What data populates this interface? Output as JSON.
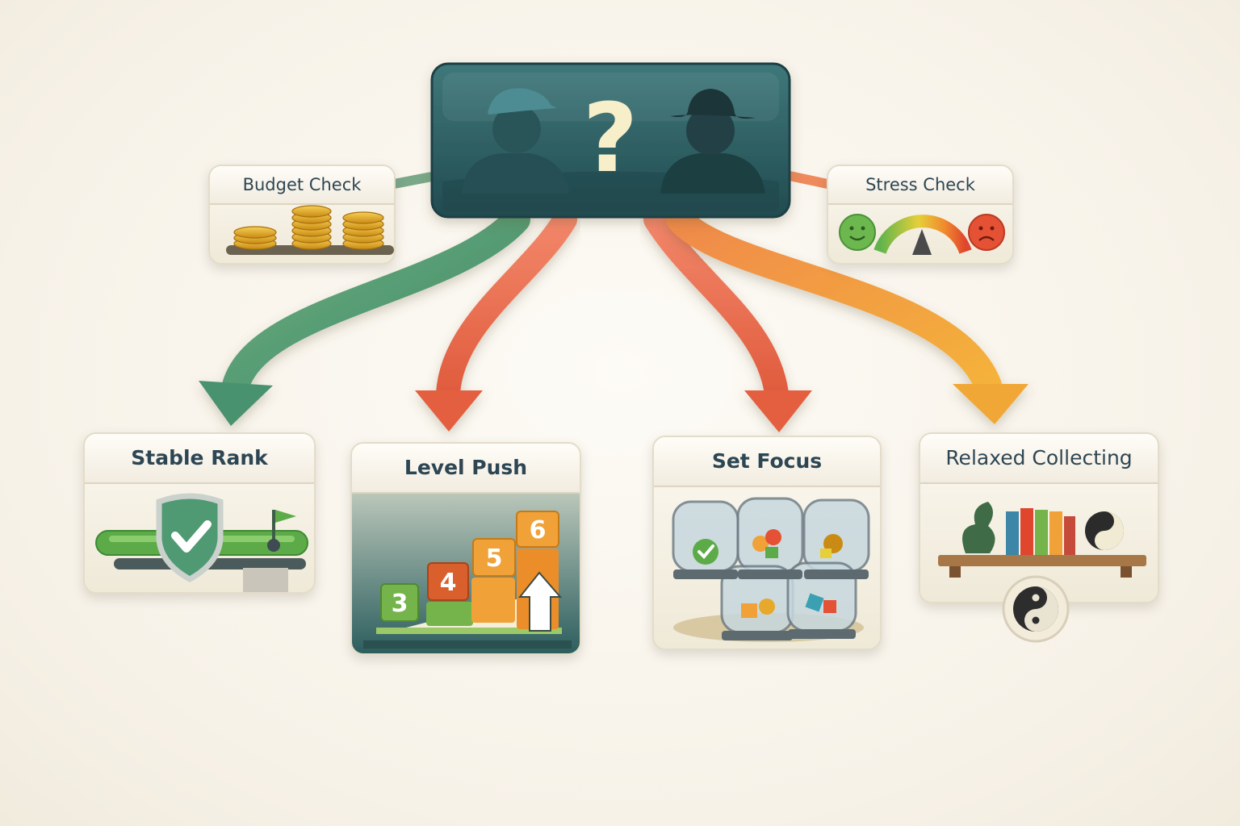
{
  "center": {
    "symbol": "?",
    "icons": [
      "person-cap-icon",
      "person-hat-icon"
    ]
  },
  "checks": [
    {
      "label": "Budget Check",
      "icon": "coin-stacks-icon"
    },
    {
      "label": "Stress Check",
      "icon": "stress-gauge-icon"
    }
  ],
  "outcomes": [
    {
      "label": "Stable Rank",
      "icon": "shield-check-icon",
      "arrow_color": "#4f9a73"
    },
    {
      "label": "Level Push",
      "icon": "level-steps-icon",
      "arrow_color": "#ec6d4e",
      "steps": [
        "3",
        "4",
        "5",
        "6"
      ]
    },
    {
      "label": "Set Focus",
      "icon": "capsule-jars-icon",
      "arrow_color": "#ec6d4e"
    },
    {
      "label": "Relaxed Collecting",
      "icon": "shelf-yin-yang-icon",
      "arrow_color": "#f2a23a"
    }
  ],
  "colors": {
    "teal": "#2c5e62",
    "green": "#4f9a73",
    "coral": "#ec6d4e",
    "orange": "#f2a23a",
    "gold": "#e3a92b"
  }
}
